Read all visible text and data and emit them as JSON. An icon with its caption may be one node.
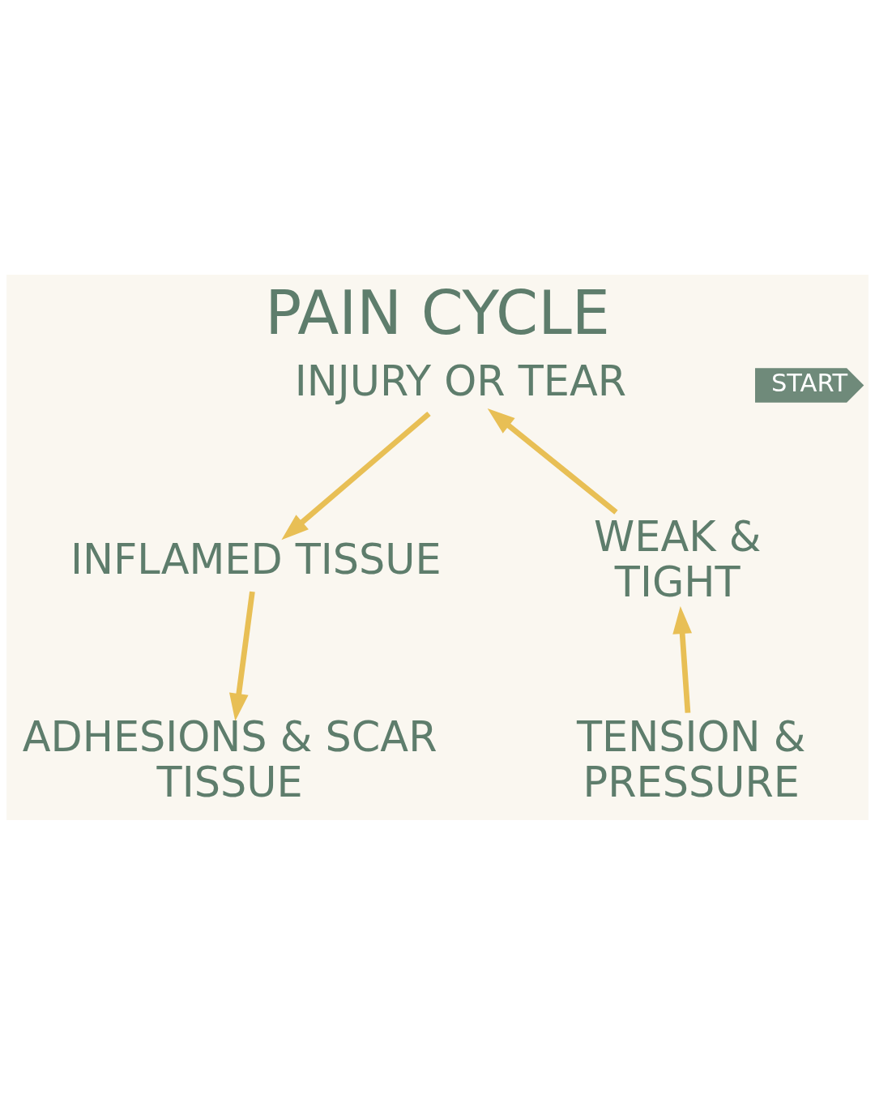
{
  "diagram": {
    "title": "PAIN CYCLE",
    "nodes": [
      {
        "text": [
          "INJURY OR TEAR"
        ]
      },
      {
        "text": [
          "START"
        ]
      },
      {
        "text": [
          "INFLAMED TISSUE"
        ]
      },
      {
        "text": [
          "ADHESIONS & SCAR TISSUE"
        ]
      },
      {
        "text": [
          "TENSION & PRESSURE"
        ]
      },
      {
        "text": [
          "WEAK & TIGHT"
        ]
      }
    ],
    "edges": [
      {
        "from": 0,
        "to": 2,
        "arrow": "to"
      },
      {
        "from": 2,
        "to": 3,
        "arrow": "to"
      },
      {
        "from": 4,
        "to": 5,
        "arrow": "to"
      },
      {
        "from": 5,
        "to": 0,
        "arrow": "to"
      }
    ]
  }
}
